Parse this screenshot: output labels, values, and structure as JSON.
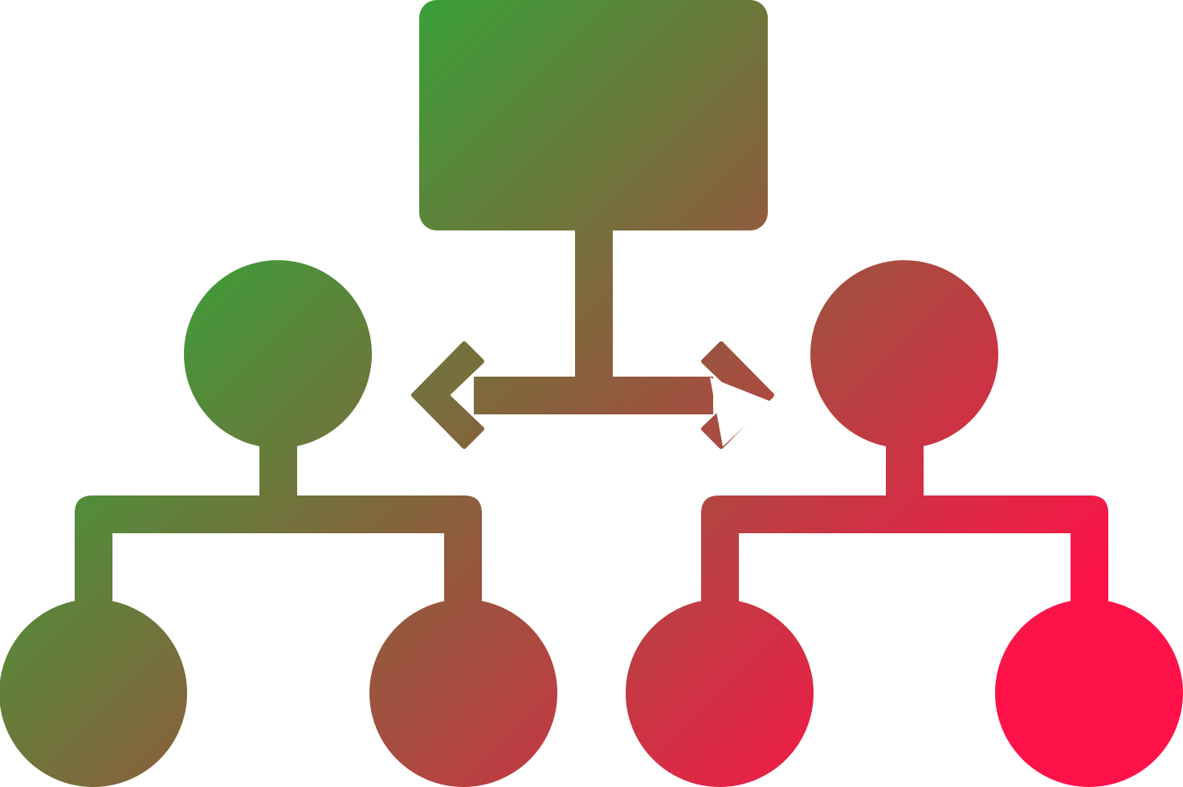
{
  "icon": {
    "name": "hierarchy-structure-icon",
    "colors": {
      "gradient_start": "#1fb536",
      "gradient_end": "#ff1249",
      "background": "#ffffff"
    },
    "nodes": {
      "root": "rectangle",
      "level1": [
        "circle",
        "circle"
      ],
      "level2": [
        "circle",
        "circle",
        "circle",
        "circle"
      ]
    },
    "connector": "double-headed-arrow"
  }
}
